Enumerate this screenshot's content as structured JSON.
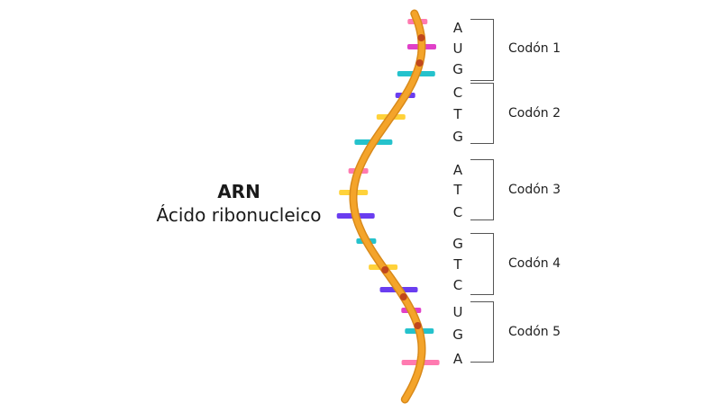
{
  "caption": {
    "title": "ARN",
    "subtitle": "Ácido ribonucleico"
  },
  "bases": [
    "A",
    "U",
    "G",
    "C",
    "T",
    "G",
    "A",
    "T",
    "C",
    "G",
    "T",
    "C",
    "U",
    "G",
    "A"
  ],
  "codons": [
    "Codón 1",
    "Codón 2",
    "Codón 3",
    "Codón 4",
    "Codón 5"
  ],
  "colors": {
    "ribbon": "#f4a42a",
    "ribbon_dark": "#d98a1a",
    "bead": "#c0471d",
    "rungs": [
      "#ff7ab0",
      "#e040c8",
      "#25c2cc",
      "#6a3df0",
      "#ffd23a"
    ]
  }
}
